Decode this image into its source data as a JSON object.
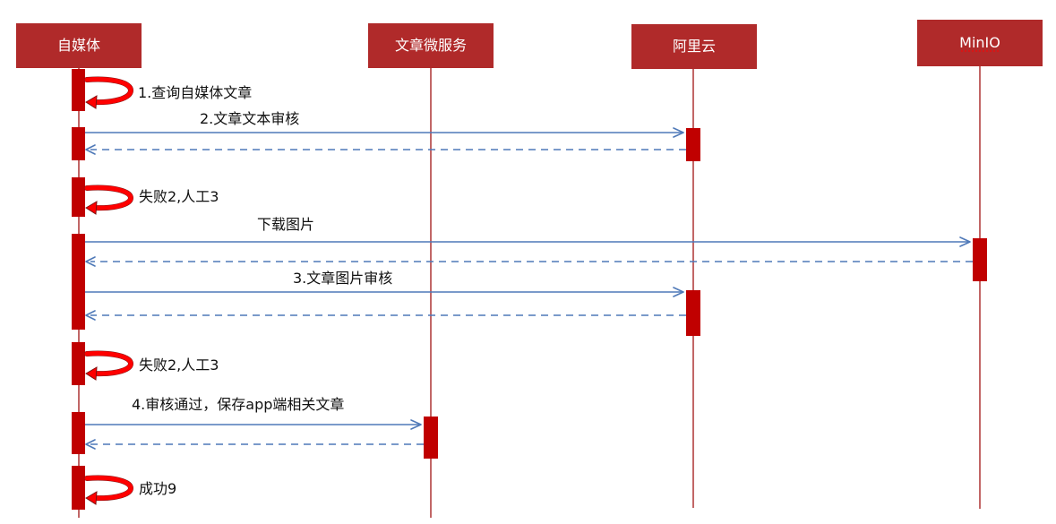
{
  "participants": {
    "media": "自媒体",
    "article_service": "文章微服务",
    "aliyun": "阿里云",
    "minio": "MinIO"
  },
  "messages": {
    "m1": "1.查询自媒体文章",
    "m2": "2.文章文本审核",
    "m3": "失败2,人工3",
    "m4": "下载图片",
    "m5": "3.文章图片审核",
    "m6": "失败2,人工3",
    "m7": "4.审核通过，保存app端相关文章",
    "m8": "成功9"
  },
  "colors": {
    "participant": "#b02a2a",
    "activation": "#c00000",
    "message_arrow": "#4f79b8",
    "self_call": "#ff0000"
  }
}
